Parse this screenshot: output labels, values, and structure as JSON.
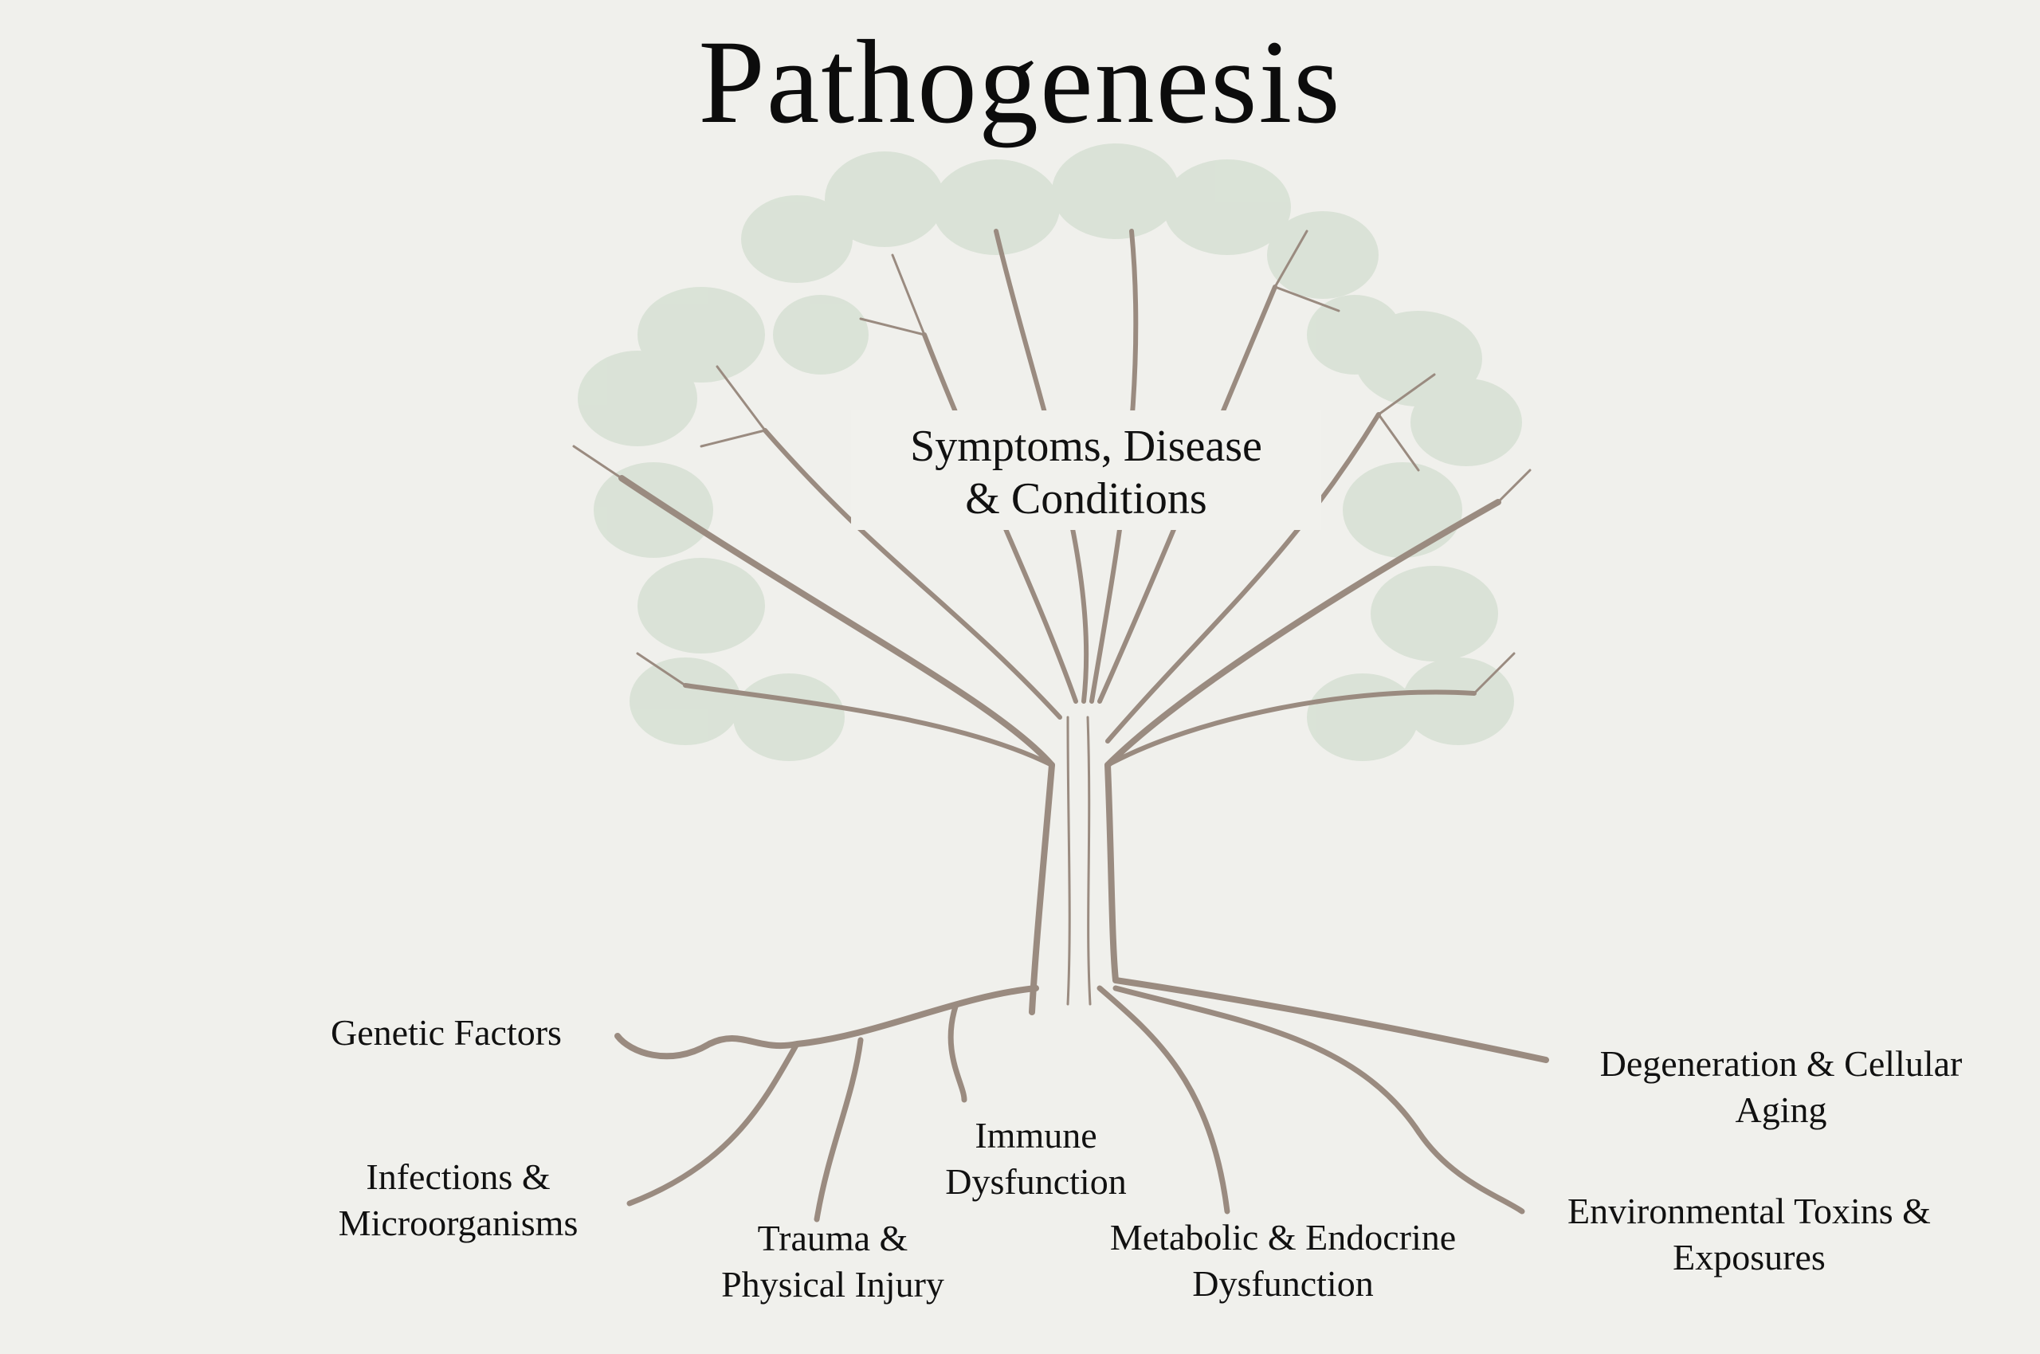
{
  "title": "Pathogenesis",
  "crown": {
    "line1": "Symptoms, Disease",
    "line2": "& Conditions"
  },
  "roots": [
    {
      "id": "genetic",
      "lines": [
        "Genetic Factors"
      ]
    },
    {
      "id": "infections",
      "lines": [
        "Infections &",
        "Microorganisms"
      ]
    },
    {
      "id": "trauma",
      "lines": [
        "Trauma &",
        "Physical Injury"
      ]
    },
    {
      "id": "immune",
      "lines": [
        "Immune",
        "Dysfunction"
      ]
    },
    {
      "id": "metabolic",
      "lines": [
        "Metabolic & Endocrine",
        "Dysfunction"
      ]
    },
    {
      "id": "environmental",
      "lines": [
        "Environmental Toxins &",
        "Exposures"
      ]
    },
    {
      "id": "degeneration",
      "lines": [
        "Degeneration & Cellular",
        "Aging"
      ]
    }
  ],
  "colors": {
    "background": "#f0f0ec",
    "bark": "#9a8b80",
    "foliage": "#c9d8c6",
    "text": "#111111"
  }
}
